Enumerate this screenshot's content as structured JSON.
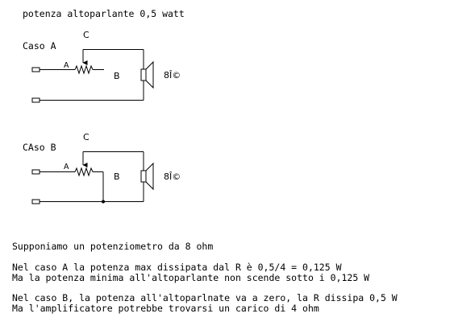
{
  "title": "potenza altoparlante 0,5 watt",
  "case_a": {
    "label": "Caso A",
    "node_c": "C",
    "node_a": "A",
    "node_b": "B",
    "impedance": "8Î©"
  },
  "case_b": {
    "label": "CAso B",
    "node_c": "C",
    "node_a": "A",
    "node_b": "B",
    "impedance": "8Î©"
  },
  "notes": [
    "Supponiamo un potenziometro da 8 ohm",
    "Nel caso A la potenza max dissipata dal R è 0,5/4 = 0,125 W",
    "Ma la potenza minima all'altoparlante non scende sotto i 0,125 W",
    "Nel caso B, la potenza all'altoparlnate va a zero, la R dissipa 0,5 W",
    "Ma l'amplificatore potrebbe trovarsi un carico di 4 ohm"
  ]
}
